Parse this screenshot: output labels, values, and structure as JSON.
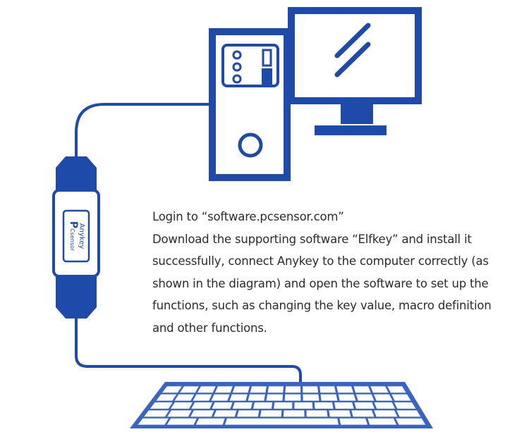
{
  "instructions": {
    "line1": "Login to “software.pcsensor.com”",
    "line2": "Download the supporting software “Elfkey” and install it successfully, connect Anykey to the computer correctly (as shown in the diagram) and open the software to set up the functions, such as changing the key value, macro definition and other functions."
  },
  "device": {
    "name": "Anykey",
    "brand_mark": "P",
    "brand_rest": "Csensor"
  },
  "colors": {
    "primary": "#1e4aaa",
    "secondary": "#3a64c4",
    "background": "#ffffff"
  }
}
